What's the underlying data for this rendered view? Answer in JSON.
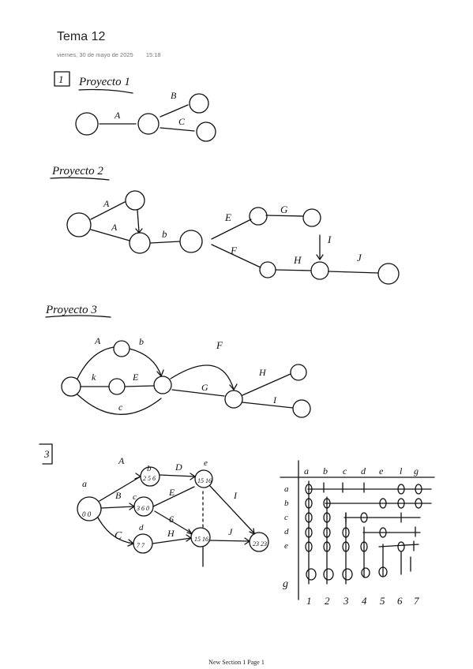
{
  "header": {
    "title": "Tema 12",
    "date": "viernes, 30 de mayo de 2025",
    "time": "15:18"
  },
  "footer": {
    "page_label": "New Section 1 Page 1"
  },
  "sketches": {
    "p1": {
      "number": "1",
      "title": "Proyecto 1",
      "edges": [
        "A",
        "B",
        "C"
      ]
    },
    "p2": {
      "title": "Proyecto 2",
      "edges": [
        "A",
        "A",
        "b",
        "E",
        "G",
        "F",
        "H",
        "I",
        "J"
      ]
    },
    "p3": {
      "title": "Proyecto 3",
      "edges": [
        "A",
        "b",
        "k",
        "E",
        "c",
        "F",
        "G",
        "H",
        "I"
      ]
    },
    "p4": {
      "number": "3",
      "node_labels": [
        "a",
        "b",
        "c",
        "d",
        "e"
      ],
      "node_values": [
        "0 0",
        "2 5 6",
        "3 6 0",
        "7 7",
        "15 16",
        "15 16",
        "23 23"
      ],
      "edges": [
        "A",
        "B",
        "C",
        "D",
        "E",
        "6",
        "H",
        "J",
        "I"
      ],
      "matrix_cols": [
        "a",
        "b",
        "c",
        "d",
        "e",
        "l",
        "g"
      ],
      "matrix_rows": [
        "a",
        "b",
        "c",
        "d",
        "e",
        "g"
      ],
      "matrix_row_numbers": [
        "1",
        "2",
        "3",
        "4",
        "5",
        "6",
        "7"
      ]
    }
  }
}
